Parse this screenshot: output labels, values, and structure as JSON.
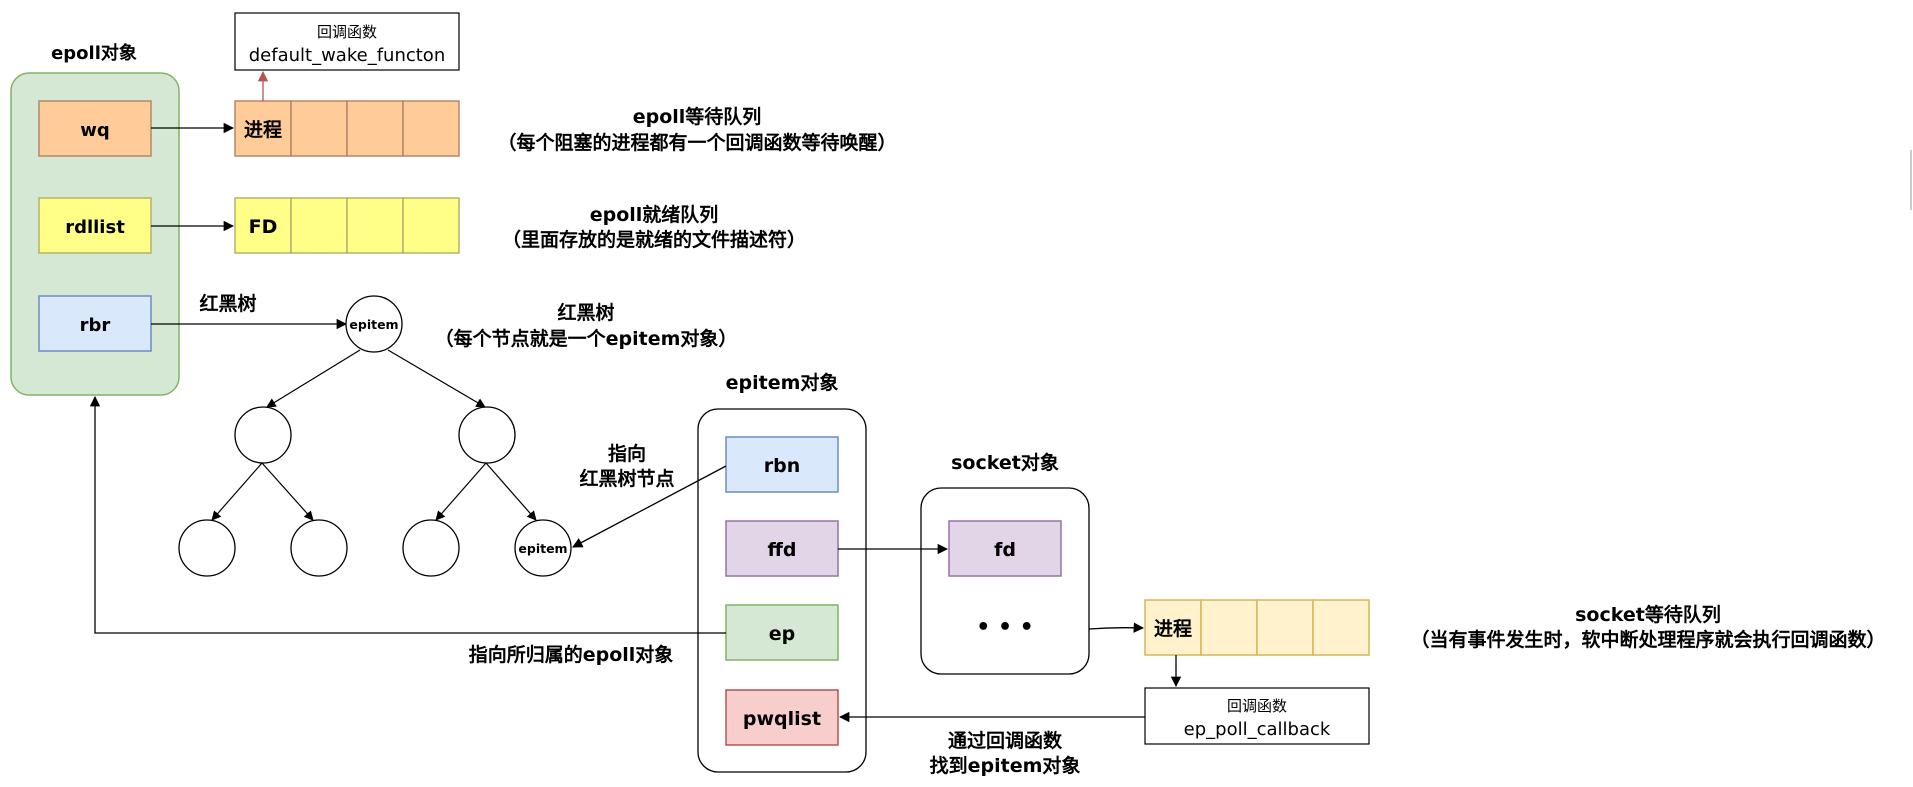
{
  "epoll_object": {
    "title": "epoll对象",
    "wq": "wq",
    "rdllist": "rdllist",
    "rbr": "rbr"
  },
  "callback_top": {
    "title": "回调函数",
    "name": "default_wake_functon"
  },
  "wait_queue": {
    "first_cell": "进程",
    "label_line1": "epoll等待队列",
    "label_line2": "（每个阻塞的进程都有一个回调函数等待唤醒）"
  },
  "ready_queue": {
    "first_cell": "FD",
    "label_line1": "epoll就绪队列",
    "label_line2": "（里面存放的是就绪的文件描述符）"
  },
  "rbtree": {
    "edge_label": "红黑树",
    "root": "epitem",
    "leaf": "epitem",
    "label_line1": "红黑树",
    "label_line2": "（每个节点就是一个epitem对象）"
  },
  "epitem_object": {
    "title": "epitem对象",
    "rbn": "rbn",
    "ffd": "ffd",
    "ep": "ep",
    "pwqlist": "pwqlist",
    "rbn_note_line1": "指向",
    "rbn_note_line2": "红黑树节点",
    "ep_note": "指向所归属的epoll对象"
  },
  "socket_object": {
    "title": "socket对象",
    "fd": "fd",
    "ellipsis": "• • •"
  },
  "socket_queue": {
    "first_cell": "进程",
    "label_line1": "socket等待队列",
    "label_line2": "（当有事件发生时，软中断处理程序就会执行回调函数）"
  },
  "callback_bottom": {
    "title": "回调函数",
    "name": "ep_poll_callback",
    "note_line1": "通过回调函数",
    "note_line2": "找到epitem对象"
  },
  "colors": {
    "orange_fill": "#ffcc99",
    "orange_stroke": "#b3886b",
    "yellow_fill": "#ffff88",
    "yellow_stroke": "#b3b36b",
    "blue_fill": "#dae8fc",
    "blue_stroke": "#6c8ebf",
    "green_fill": "#d5e8d4",
    "green_stroke": "#82b366",
    "purple_fill": "#e1d5e7",
    "purple_stroke": "#9673a6",
    "red_fill": "#f8cecc",
    "red_stroke": "#b85450",
    "pale_yellow_fill": "#fff2cc",
    "pale_yellow_stroke": "#d6b656",
    "red_arrow": "#b85450"
  }
}
